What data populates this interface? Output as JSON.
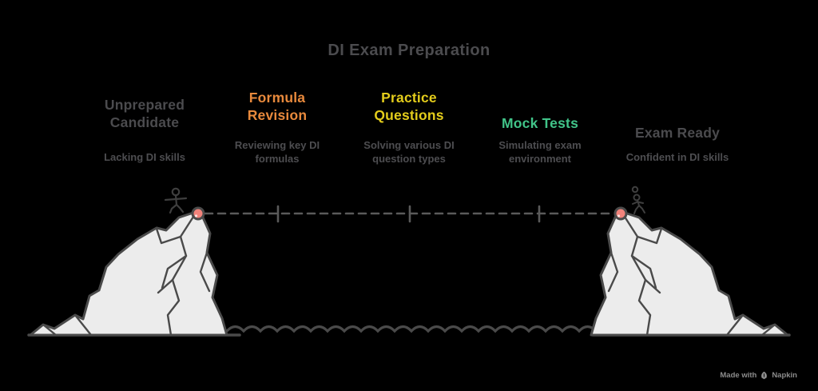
{
  "background": "#000000",
  "title": "DI Exam Preparation",
  "title_color": "#4b4b4e",
  "subtext_color": "#4d4d50",
  "stages": [
    {
      "heading": "Unprepared\nCandidate",
      "subtext": "Lacking DI skills",
      "color": "#4b4b4e"
    },
    {
      "heading": "Formula\nRevision",
      "subtext": "Reviewing key DI\nformulas",
      "color": "#e8893c"
    },
    {
      "heading": "Practice\nQuestions",
      "subtext": "Solving various DI\nquestion types",
      "color": "#e4cd1b"
    },
    {
      "heading": "Mock Tests",
      "subtext": "Simulating exam\nenvironment",
      "color": "#41c489"
    },
    {
      "heading": "Exam Ready",
      "subtext": "Confident in DI skills",
      "color": "#4b4b4e"
    }
  ],
  "illustration": {
    "cliff_fill": "#ececec",
    "outline_color": "#4a4a4a",
    "rope_color": "#5a5a5a",
    "marker_fill": "#f2837b",
    "figures": [
      "balancing-person-left-cliff",
      "celebrating-person-right-cliff"
    ],
    "milestone_tick_count": "3"
  },
  "credit": {
    "prefix": "Made with",
    "brand": "Napkin",
    "color": "#8c8c8c"
  }
}
